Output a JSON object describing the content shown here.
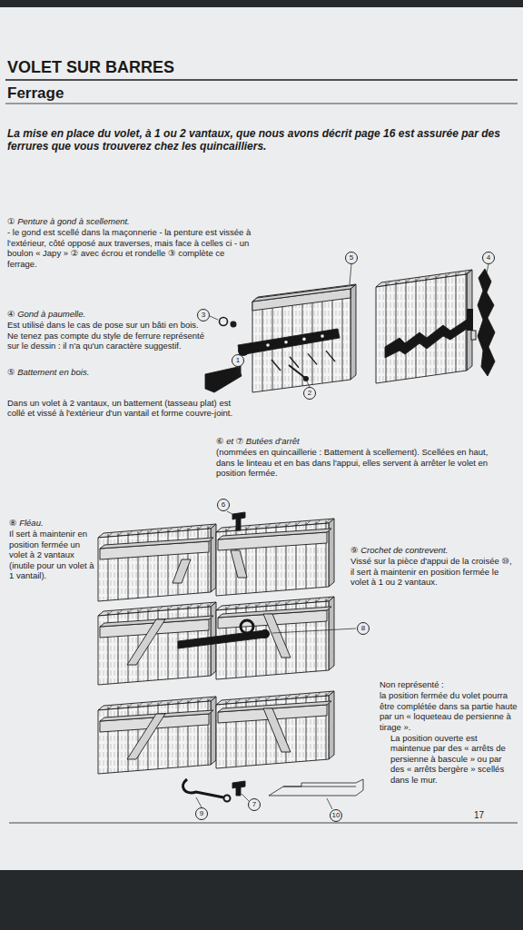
{
  "diagram": {
    "title": "VOLET SUR BARRES",
    "nodes": [
      {
        "text": [
          "5"
        ]
      },
      {
        "text": [
          "4"
        ]
      },
      {
        "text": [
          "3"
        ]
      },
      {
        "text": [
          "1"
        ]
      },
      {
        "text": [
          "2"
        ]
      },
      {
        "text": [
          "6"
        ]
      },
      {
        "text": [
          "8"
        ]
      },
      {
        "text": [
          "7"
        ]
      },
      {
        "text": [
          "9"
        ]
      },
      {
        "text": [
          "10"
        ]
      }
    ],
    "labels": [
      "Ferrage",
      "La mise en place du volet, à 1 ou 2 vantaux, que nous avons décrit page 16 est assurée par des ferrures que vous trouverez chez les quincailliers.",
      "① Penture à gond à scellement.",
      "- le gond est scellé dans la maçonnerie - la penture est vissée à l'extérieur, côté opposé aux traverses, mais face à celles ci - un boulon « Japy » ② avec écrou et rondelle ③ complète ce ferrage.",
      "④ Gond à paumelle.",
      "Est utilisé dans le cas de pose sur un bâti en bois. Ne tenez pas compte du style de ferrure représenté sur le dessin : il n'a qu'un caractère suggestif.",
      "⑤ Battement en bois.",
      "Dans un volet à 2 vantaux, un battement (tasseau plat) est collé et vissé à l'extérieur d'un vantail et forme couvre-joint.",
      "⑥ et ⑦ Butées d'arrêt",
      "(nommées en quincaillerie : Battement à scellement). Scellées en haut, dans le linteau et en bas dans l'appui, elles servent à arrêter le volet en position fermée.",
      "⑧ Fléau.",
      "Il sert à maintenir en position fermée un volet à 2 vantaux (inutile pour un volet à 1 vantail).",
      "⑨ Crochet de contrevent.",
      "Vissé sur la pièce d'appui de la croisée ⑩, il sert à maintenir en position fermée le volet à 1 ou 2 vantaux.",
      "Non représenté :",
      "la position fermée du volet pourra être complétée dans sa partie haute par un « loqueteau de persienne à tirage ».",
      "La position ouverte est maintenue par des « arrêts de persienne à bascule » ou par des « arrêts bergère » scellés dans le mur.",
      "17"
    ]
  }
}
